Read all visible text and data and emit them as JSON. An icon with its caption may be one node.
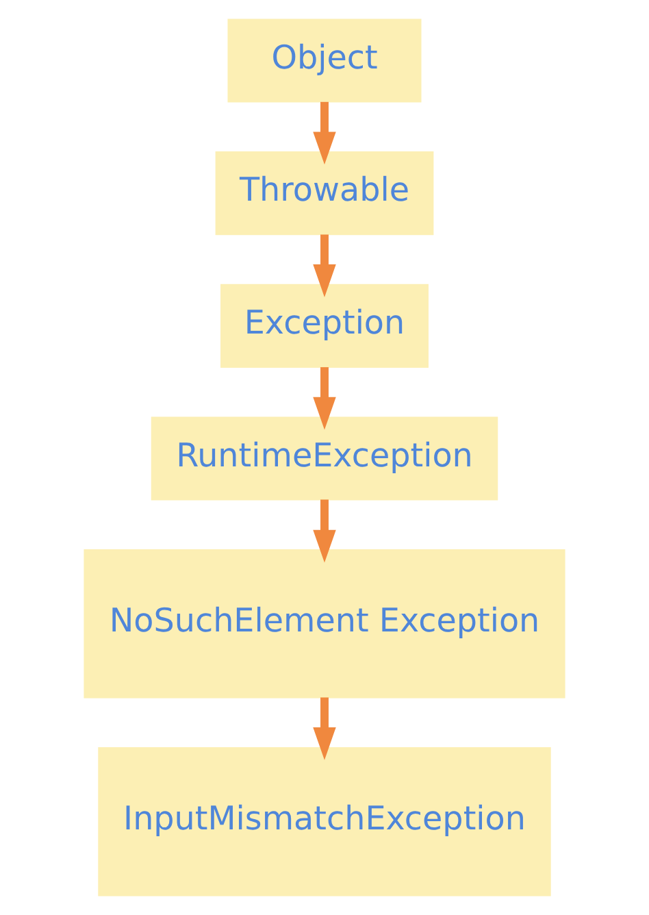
{
  "diagram": {
    "nodes": [
      {
        "text": [
          "Object"
        ]
      },
      {
        "text": [
          "Throwable"
        ]
      },
      {
        "text": [
          "Exception"
        ]
      },
      {
        "text": [
          "RuntimeException"
        ]
      },
      {
        "text": [
          "NoSuchElement Exception"
        ]
      },
      {
        "text": [
          "InputMismatchException"
        ]
      }
    ],
    "edges": [
      {
        "from": 0,
        "to": 1,
        "arrow": "to"
      },
      {
        "from": 1,
        "to": 2,
        "arrow": "to"
      },
      {
        "from": 2,
        "to": 3,
        "arrow": "to"
      },
      {
        "from": 3,
        "to": 4,
        "arrow": "to"
      },
      {
        "from": 4,
        "to": 5,
        "arrow": "to"
      }
    ]
  }
}
